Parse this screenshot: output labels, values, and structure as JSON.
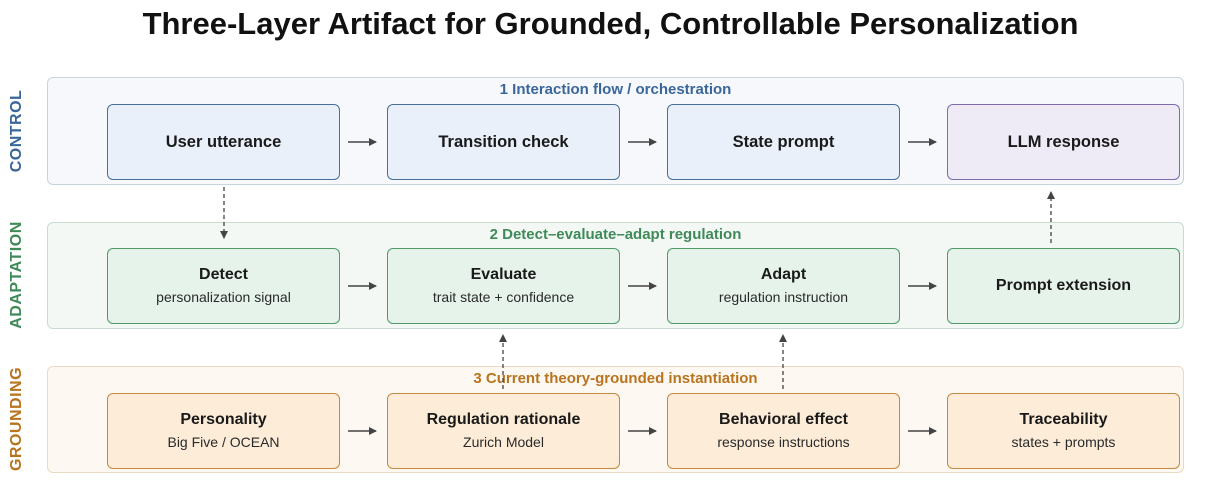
{
  "title": "Three-Layer Artifact for Grounded, Controllable Personalization",
  "layers": {
    "control": {
      "side_label": "CONTROL",
      "band_title": "1  Interaction flow / orchestration",
      "nodes": [
        {
          "main": "User utterance"
        },
        {
          "main": "Transition check"
        },
        {
          "main": "State prompt"
        },
        {
          "main": "LLM response"
        }
      ]
    },
    "adaptation": {
      "side_label": "ADAPTATION",
      "band_title": "2  Detect–evaluate–adapt regulation",
      "nodes": [
        {
          "main": "Detect",
          "sub": "personalization signal"
        },
        {
          "main": "Evaluate",
          "sub": "trait state + confidence"
        },
        {
          "main": "Adapt",
          "sub": "regulation instruction"
        },
        {
          "main": "Prompt extension"
        }
      ]
    },
    "grounding": {
      "side_label": "GROUNDING",
      "band_title": "3  Current theory-grounded instantiation",
      "nodes": [
        {
          "main": "Personality",
          "sub": "Big Five / OCEAN"
        },
        {
          "main": "Regulation rationale",
          "sub": "Zurich Model"
        },
        {
          "main": "Behavioral effect",
          "sub": "response instructions"
        },
        {
          "main": "Traceability",
          "sub": "states + prompts"
        }
      ]
    }
  },
  "colors": {
    "control": "#3a669a",
    "adaptation": "#3f8a58",
    "grounding": "#b8741f",
    "arrow": "#444444"
  }
}
